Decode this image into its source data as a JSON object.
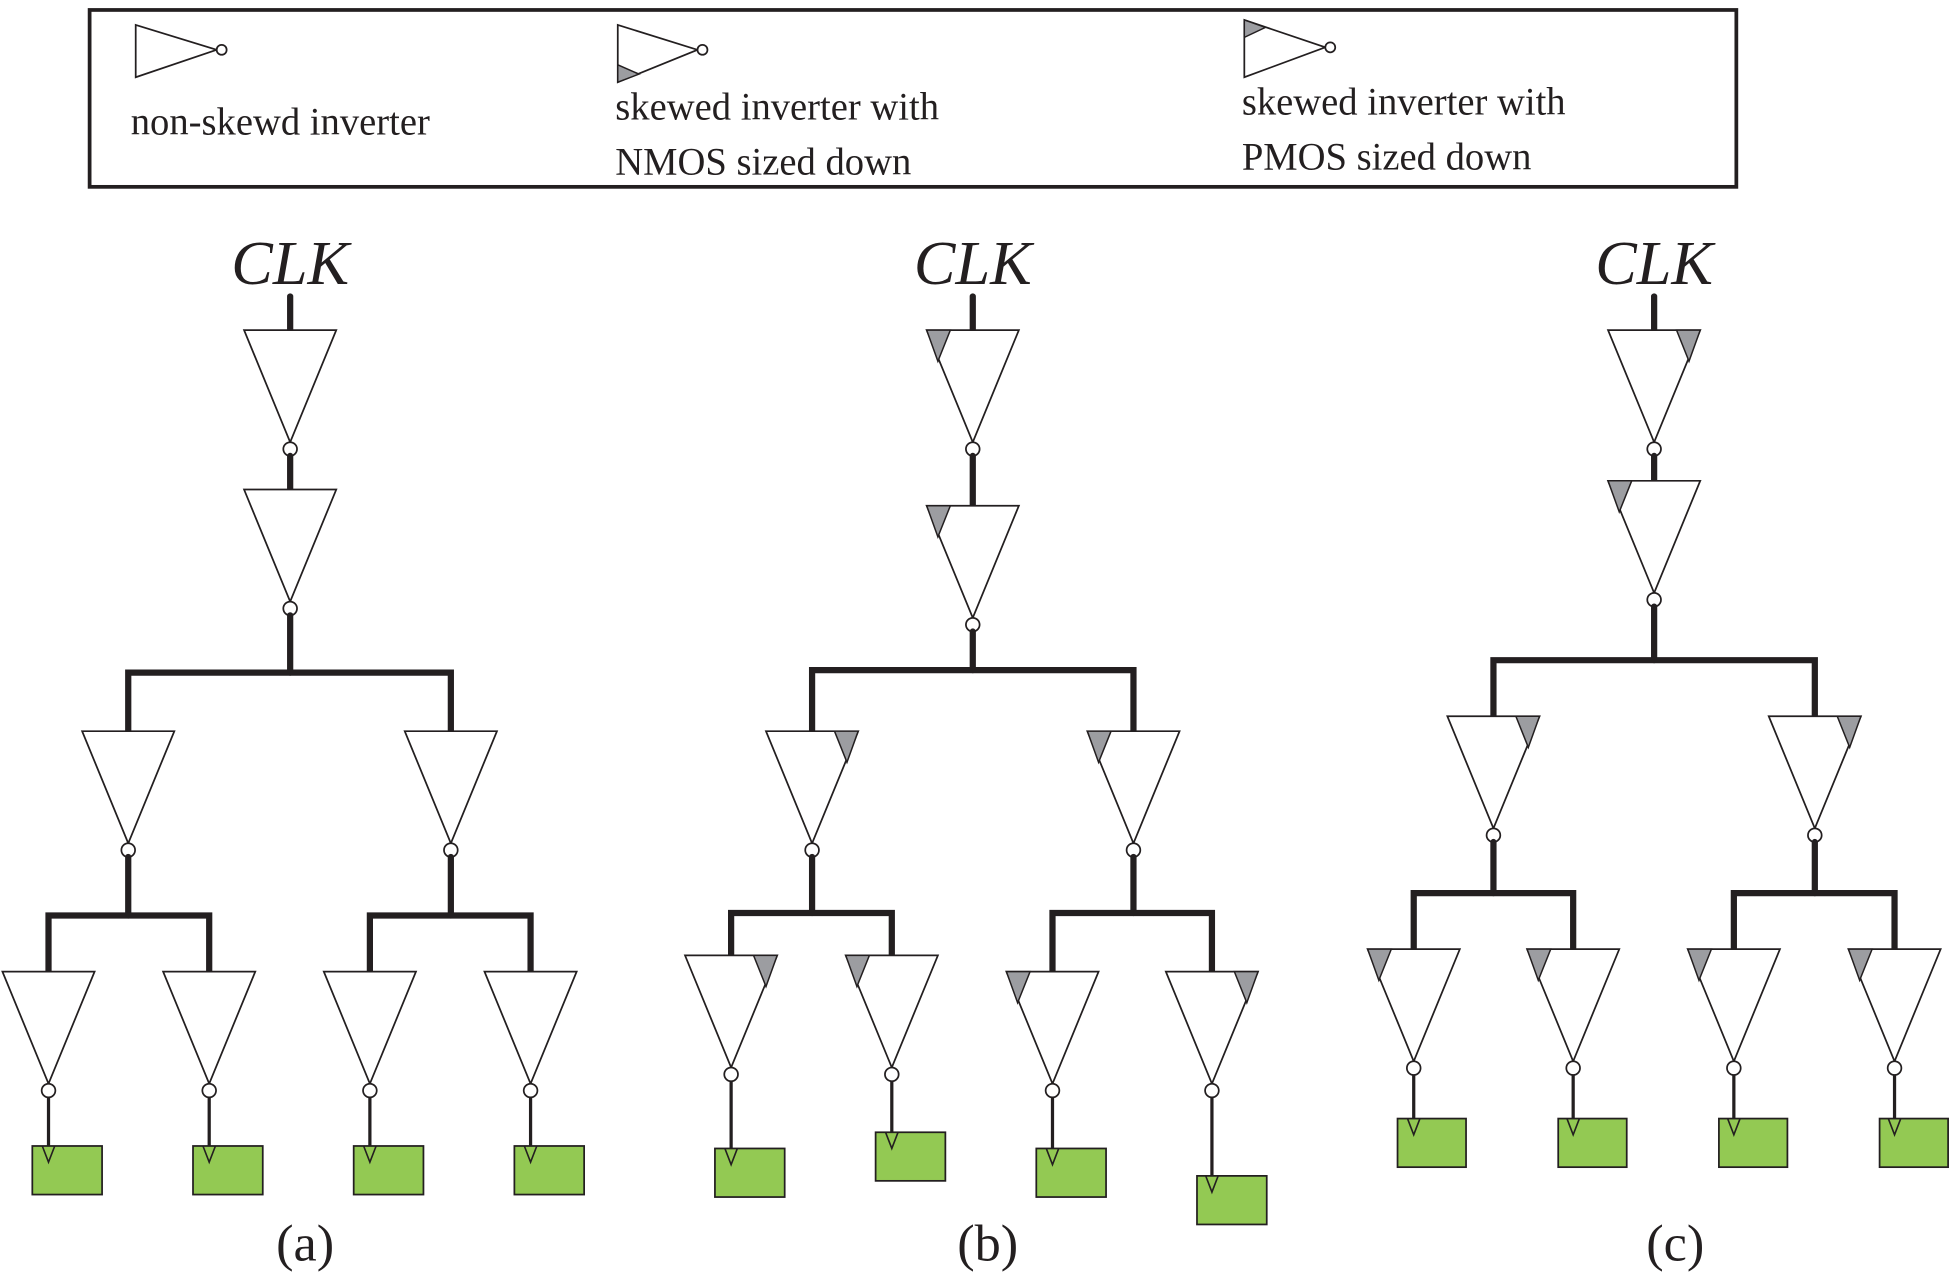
{
  "legend": {
    "items": [
      {
        "type": "non-skewed",
        "lines": [
          "non-skewd inverter"
        ]
      },
      {
        "type": "nmos-down",
        "lines": [
          "skewed inverter with",
          "NMOS sized down"
        ]
      },
      {
        "type": "pmos-down",
        "lines": [
          "skewed inverter with",
          "PMOS sized down"
        ]
      }
    ]
  },
  "colors": {
    "flip_flop": "#93c953",
    "skew_shade": "#9c9da1",
    "line": "#231f20"
  },
  "trees": [
    {
      "id": "a",
      "label": "(a)",
      "clock_label": "CLK",
      "levels": {
        "root_chain": [
          "non-skewed",
          "non-skewed"
        ],
        "level2": [
          "non-skewed",
          "non-skewed"
        ],
        "level3": [
          "non-skewed",
          "non-skewed",
          "non-skewed",
          "non-skewed"
        ]
      },
      "flip_flops": 4
    },
    {
      "id": "b",
      "label": "(b)",
      "clock_label": "CLK",
      "levels": {
        "root_chain": [
          "nmos-down",
          "nmos-down"
        ],
        "level2": [
          "pmos-down",
          "nmos-down"
        ],
        "level3": [
          "pmos-down",
          "nmos-down",
          "nmos-down",
          "pmos-down"
        ]
      },
      "flip_flops": 4
    },
    {
      "id": "c",
      "label": "(c)",
      "clock_label": "CLK",
      "levels": {
        "root_chain": [
          "pmos-down",
          "nmos-down"
        ],
        "level2": [
          "pmos-down",
          "pmos-down"
        ],
        "level3": [
          "nmos-down",
          "nmos-down",
          "nmos-down",
          "nmos-down"
        ]
      },
      "flip_flops": 4
    }
  ]
}
